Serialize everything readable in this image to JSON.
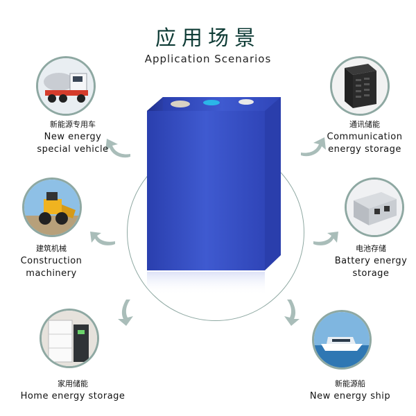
{
  "header": {
    "title_cn": "应用场景",
    "title_en": "Application Scenarios"
  },
  "scenarios": [
    {
      "cn": "新能源专用车",
      "en1": "New energy",
      "en2": "special vehicle",
      "icon": "mixer-truck-icon"
    },
    {
      "cn": "建筑机械",
      "en1": "Construction",
      "en2": "machinery",
      "icon": "wheel-loader-icon"
    },
    {
      "cn": "家用储能",
      "en1": "Home energy storage",
      "icon": "home-storage-unit-icon"
    },
    {
      "cn": "通讯储能",
      "en1": "Communication",
      "en2": "energy storage",
      "icon": "telecom-battery-pack-icon"
    },
    {
      "cn": "电池存储",
      "en1": "Battery energy",
      "en2": "storage",
      "icon": "battery-cabinet-icon"
    },
    {
      "cn": "新能源船",
      "en1": "New energy ship",
      "icon": "electric-ship-icon"
    }
  ],
  "colors": {
    "title": "#0e3b35",
    "ring": "#8ea8a2",
    "arrow": "#a9bdb9",
    "battery": "#3049b8"
  }
}
